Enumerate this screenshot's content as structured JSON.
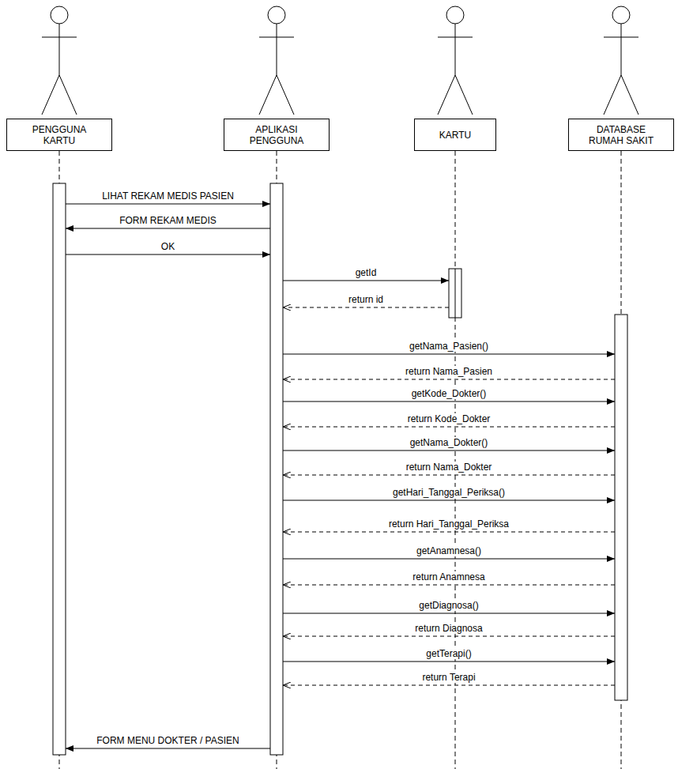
{
  "diagram": {
    "nodes": [
      {
        "text": [
          "PENGGUNA KARTU"
        ]
      },
      {
        "text": [
          "APLIKASI PENGGUNA"
        ]
      },
      {
        "text": [
          "KARTU"
        ]
      },
      {
        "text": [
          "DATABASE RUMAH SAKIT"
        ]
      }
    ],
    "edges": [
      {
        "from": 0,
        "to": 1,
        "label": "LIHAT REKAM MEDIS PASIEN",
        "arrow": "to"
      },
      {
        "from": 1,
        "to": 0,
        "label": "FORM REKAM MEDIS",
        "arrow": "to"
      },
      {
        "from": 0,
        "to": 1,
        "label": "OK",
        "arrow": "to"
      },
      {
        "from": 1,
        "to": 2,
        "label": "getId",
        "arrow": "to"
      },
      {
        "from": 2,
        "to": 1,
        "label": "return id",
        "arrow": "to"
      },
      {
        "from": 1,
        "to": 3,
        "label": "getNama_Pasien()",
        "arrow": "to"
      },
      {
        "from": 3,
        "to": 1,
        "label": "return Nama_Pasien",
        "arrow": "to"
      },
      {
        "from": 1,
        "to": 3,
        "label": "getKode_Dokter()",
        "arrow": "to"
      },
      {
        "from": 3,
        "to": 1,
        "label": "return Kode_Dokter",
        "arrow": "to"
      },
      {
        "from": 1,
        "to": 3,
        "label": "getNama_Dokter()",
        "arrow": "to"
      },
      {
        "from": 3,
        "to": 1,
        "label": "return Nama_Dokter",
        "arrow": "to"
      },
      {
        "from": 1,
        "to": 3,
        "label": "getHari_Tanggal_Periksa()",
        "arrow": "to"
      },
      {
        "from": 3,
        "to": 1,
        "label": "return Hari_Tanggal_Periksa",
        "arrow": "to"
      },
      {
        "from": 1,
        "to": 3,
        "label": "getAnamnesa()",
        "arrow": "to"
      },
      {
        "from": 3,
        "to": 1,
        "label": "return Anamnesa",
        "arrow": "to"
      },
      {
        "from": 1,
        "to": 3,
        "label": "getDiagnosa()",
        "arrow": "to"
      },
      {
        "from": 3,
        "to": 1,
        "label": "return Diagnosa",
        "arrow": "to"
      },
      {
        "from": 1,
        "to": 3,
        "label": "getTerapi()",
        "arrow": "to"
      },
      {
        "from": 3,
        "to": 1,
        "label": "return Terapi",
        "arrow": "to"
      },
      {
        "from": 1,
        "to": 0,
        "label": "FORM MENU DOKTER / PASIEN",
        "arrow": "to"
      }
    ]
  }
}
